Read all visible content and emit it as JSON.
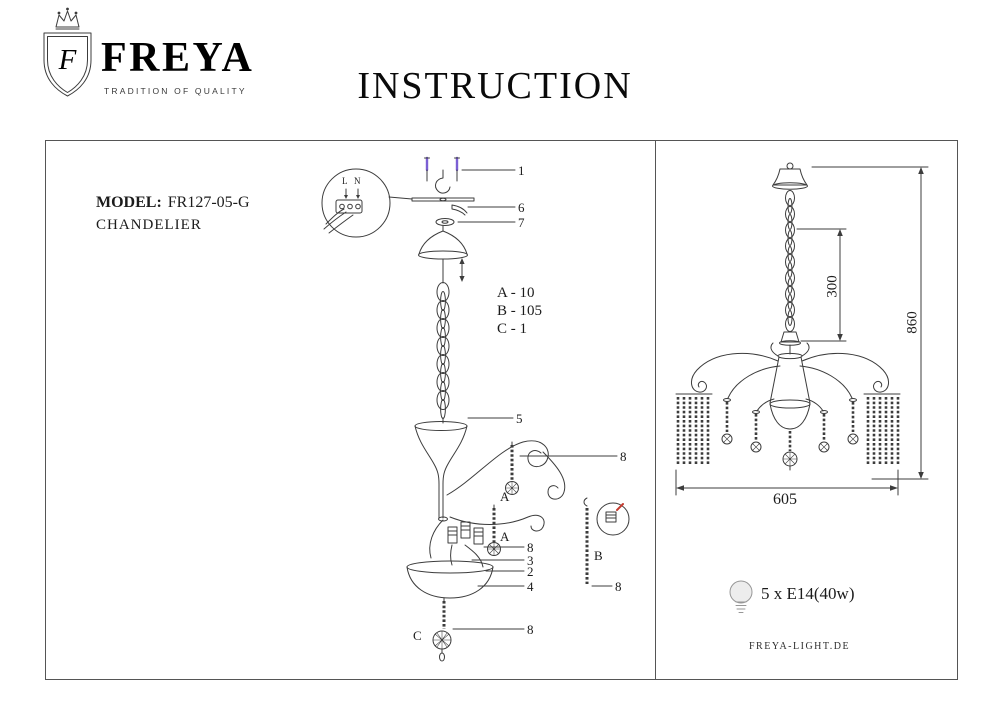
{
  "brand": {
    "initial": "F",
    "name": "FREYA",
    "tagline": "TRADITION OF QUALITY"
  },
  "title": "INSTRUCTION",
  "product": {
    "model_label": "MODEL:",
    "model_value": "FR127-05-G",
    "type": "CHANDELIER"
  },
  "parts_count": {
    "a": "A - 10",
    "b": "B - 105",
    "c": "C - 1"
  },
  "wiring": {
    "live": "L",
    "neutral": "N"
  },
  "callouts": {
    "n1": "1",
    "n2": "2",
    "n3": "3",
    "n4": "4",
    "n5": "5",
    "n6": "6",
    "n7": "7",
    "n8": "8",
    "a": "A",
    "b": "B",
    "c": "C"
  },
  "dimensions": {
    "chain_drop_mm": "300",
    "total_height_mm": "860",
    "width_mm": "605"
  },
  "bulb_spec": "5 x E14(40w)",
  "footer": {
    "website": "FREYA-LIGHT.DE"
  },
  "colors": {
    "line": "#3c3c3c",
    "screw_accent": "#7b5fd4",
    "contact_accent": "#c43a2e"
  }
}
